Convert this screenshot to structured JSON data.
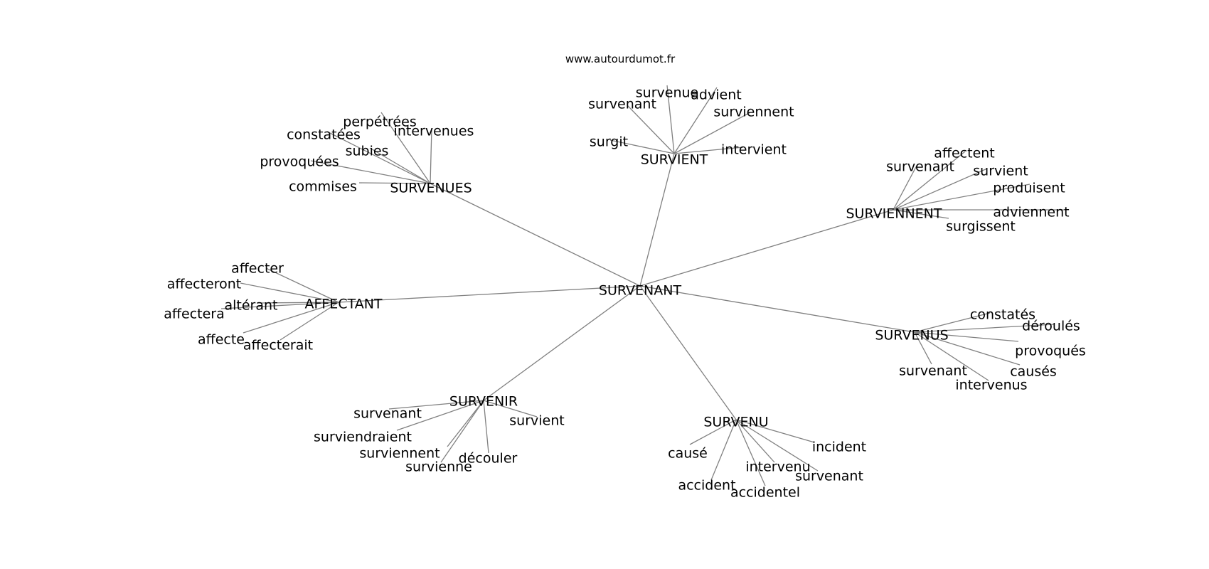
{
  "site": "www.autourdumot.fr",
  "graph": {
    "center": "SURVENANT",
    "clusters": [
      {
        "hub": "SURVENUES",
        "leaves": [
          "perpétrées",
          "intervenues",
          "constatées",
          "subies",
          "provoquées",
          "commises"
        ]
      },
      {
        "hub": "SURVIENT",
        "leaves": [
          "survenue",
          "advient",
          "survenant",
          "surviennent",
          "surgit",
          "intervient"
        ]
      },
      {
        "hub": "SURVIENNENT",
        "leaves": [
          "affectent",
          "survenant",
          "survient",
          "produisent",
          "adviennent",
          "surgissent"
        ]
      },
      {
        "hub": "AFFECTANT",
        "leaves": [
          "affecter",
          "affecteront",
          "altérant",
          "affectera",
          "affecte",
          "affecterait"
        ]
      },
      {
        "hub": "SURVENUS",
        "leaves": [
          "constatés",
          "déroulés",
          "provoqués",
          "causés",
          "survenant",
          "intervenus"
        ]
      },
      {
        "hub": "SURVENIR",
        "leaves": [
          "survenant",
          "survient",
          "surviendraient",
          "surviennent",
          "découler",
          "survienne"
        ]
      },
      {
        "hub": "SURVENU",
        "leaves": [
          "causé",
          "incident",
          "intervenu",
          "survenant",
          "accident",
          "accidentel"
        ]
      }
    ]
  }
}
